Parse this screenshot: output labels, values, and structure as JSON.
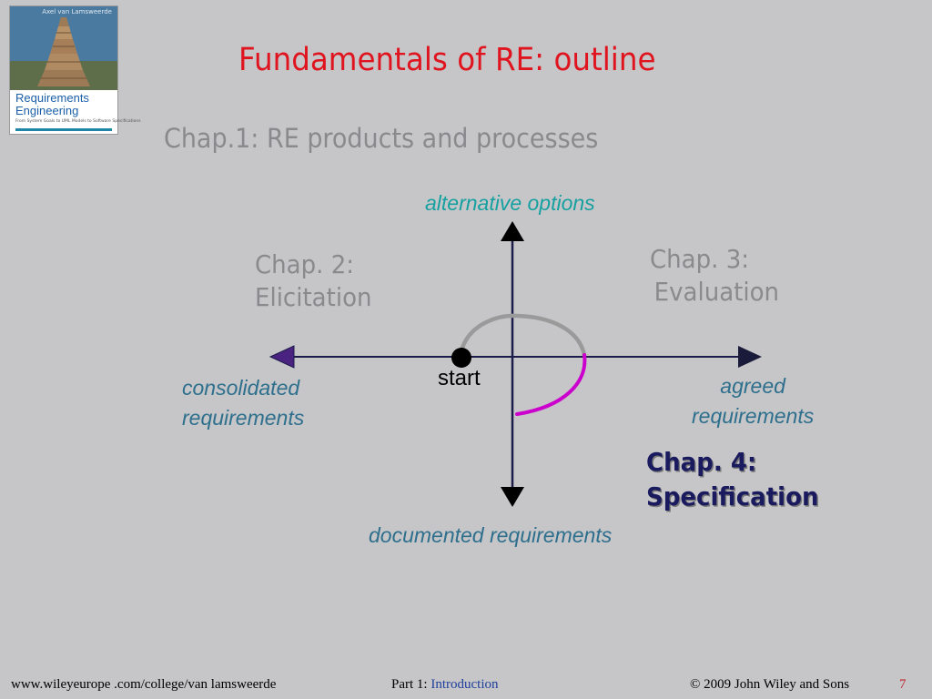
{
  "book_cover": {
    "author": "Axel van Lamsweerde",
    "title_line1": "Requirements",
    "title_line2": "Engineering",
    "subtitle": "From System Goals to UML Models to Software Specifications"
  },
  "slide": {
    "title": "Fundamentals of RE: outline",
    "subtitle": "Chap.1:  RE products and processes"
  },
  "diagram": {
    "chap2": {
      "line1": "Chap. 2:",
      "line2": "Elicitation"
    },
    "chap3": {
      "line1": "Chap. 3:",
      "line2": "Evaluation"
    },
    "chap4": {
      "line1": "Chap. 4:",
      "line2": "Specification"
    },
    "axis_top": "alternative options",
    "axis_left": {
      "line1": "consolidated",
      "line2": "requirements"
    },
    "axis_right": {
      "line1": "agreed",
      "line2": "requirements"
    },
    "axis_bottom": "documented requirements",
    "start": "start",
    "colors": {
      "axis": "#1c1c4a",
      "path_done": "#9a9a9a",
      "path_current": "#cc00cc",
      "title": "#e0141e"
    }
  },
  "footer": {
    "url": "www.wileyeurope .com/college/van lamsweerde",
    "part_prefix": "Part 1: ",
    "part_link": "Introduction",
    "copyright": "©  2009 John Wiley and Sons",
    "page": "7"
  }
}
